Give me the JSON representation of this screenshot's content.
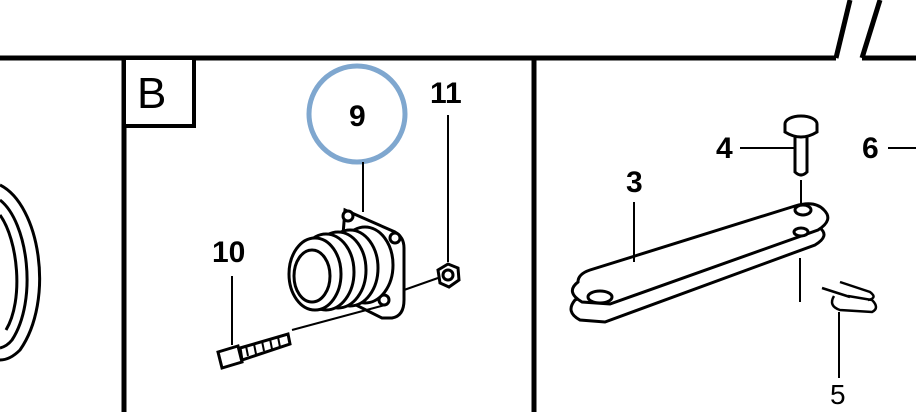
{
  "section_label": "B",
  "callouts": {
    "c3": "3",
    "c4": "4",
    "c5": "5",
    "c6": "6",
    "c9": "9",
    "c10": "10",
    "c11": "11"
  },
  "highlight_color": "#7fa7cf",
  "line_color": "#000000"
}
